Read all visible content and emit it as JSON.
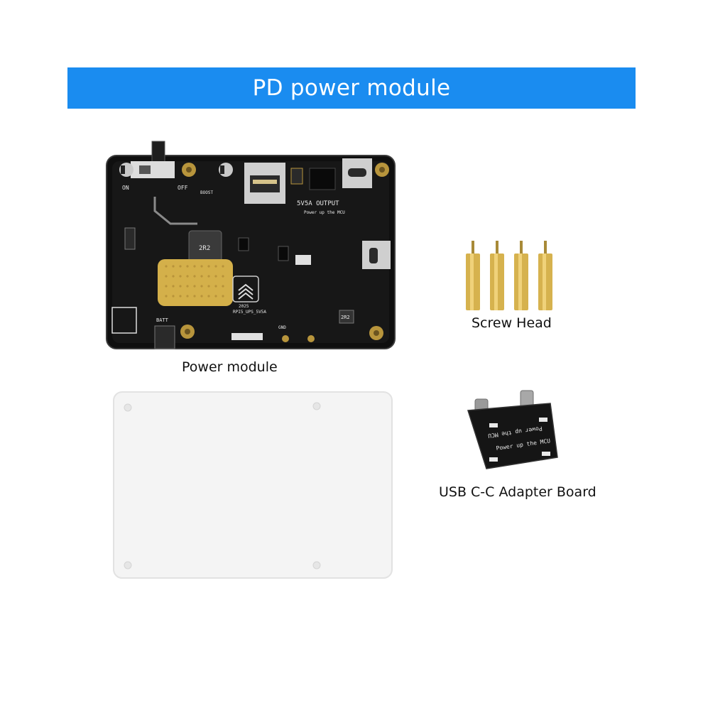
{
  "banner": {
    "title": "PD power module"
  },
  "captions": {
    "power_module": "Power module",
    "screw_head": "Screw Head",
    "adapter_board": "USB C-C Adapter Board"
  },
  "colors": {
    "banner": "#1a8cf0",
    "pcb": "#141414",
    "gold": "#d4b04a",
    "acrylic": "#f4f4f4"
  },
  "board_silkscreen": {
    "switch_on": "ON",
    "switch_off": "OFF",
    "output_label": "5V5A OUTPUT",
    "output_note": "Power up the MCU",
    "model": "RPI5_UPS_5V5A",
    "year": "2025",
    "batt": "BATT",
    "boost": "BOOST",
    "inductor": "2R2",
    "gnd": "GND"
  },
  "adapter_silkscreen": {
    "line1": "Power up the MCU",
    "line2": "Power up the MCU"
  }
}
